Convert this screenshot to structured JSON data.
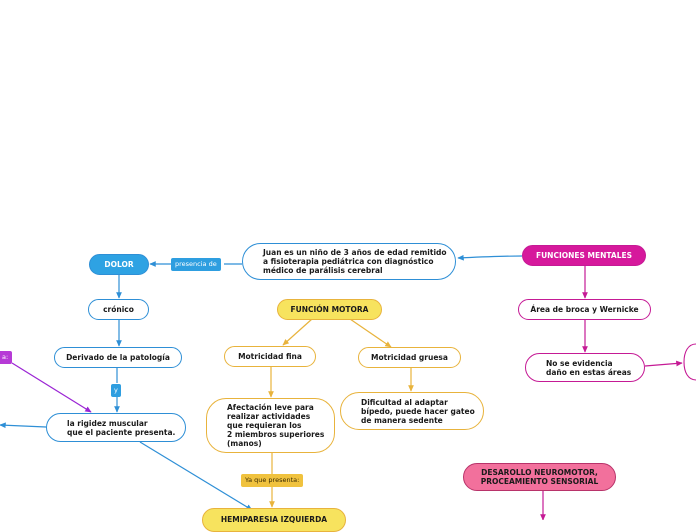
{
  "colors": {
    "blue": "#2ea2e3",
    "orange": "#e8b33c",
    "magenta": "#d6199c",
    "pink": "#f2709c",
    "purple": "#9b25d4"
  },
  "nodes": {
    "central": "Juan es un niño de 3 años de edad remitido\na fisioterapia pediátrica con diagnóstico\nmédico de parálisis cerebral",
    "dolor": "DOLOR",
    "cronico": "crónico",
    "derivado": "Derivado de la patología",
    "rigidez": "la rigidez muscular\nque el paciente presenta.",
    "funcion_motora": "FUNCIÓN MOTORA",
    "motricidad_fina": "Motricidad fina",
    "motricidad_gruesa": "Motricidad gruesa",
    "afectacion": "Afectación leve para\nrealizar actividades\nque requieran los\n2 miembros superiores\n(manos)",
    "dificultad": "Dificultad al adaptar\nbípedo, puede hacer gateo\nde manera sedente",
    "hemiparesia": "HEMIPARESIA IZQUIERDA",
    "funciones_mentales": "FUNCIONES MENTALES",
    "area_broca": "Área de broca y Wernicke",
    "no_evidencia": "No se evidencia\ndaño en estas áreas",
    "desarrollo": "DESAROLLO NEUROMOTOR,\nPROCEAMIENTO SENSORIAL"
  },
  "labels": {
    "presencia_de": "presencia de",
    "y": "y",
    "ya_que_presenta": "Ya que presenta:",
    "left_edge_label": "a:"
  }
}
